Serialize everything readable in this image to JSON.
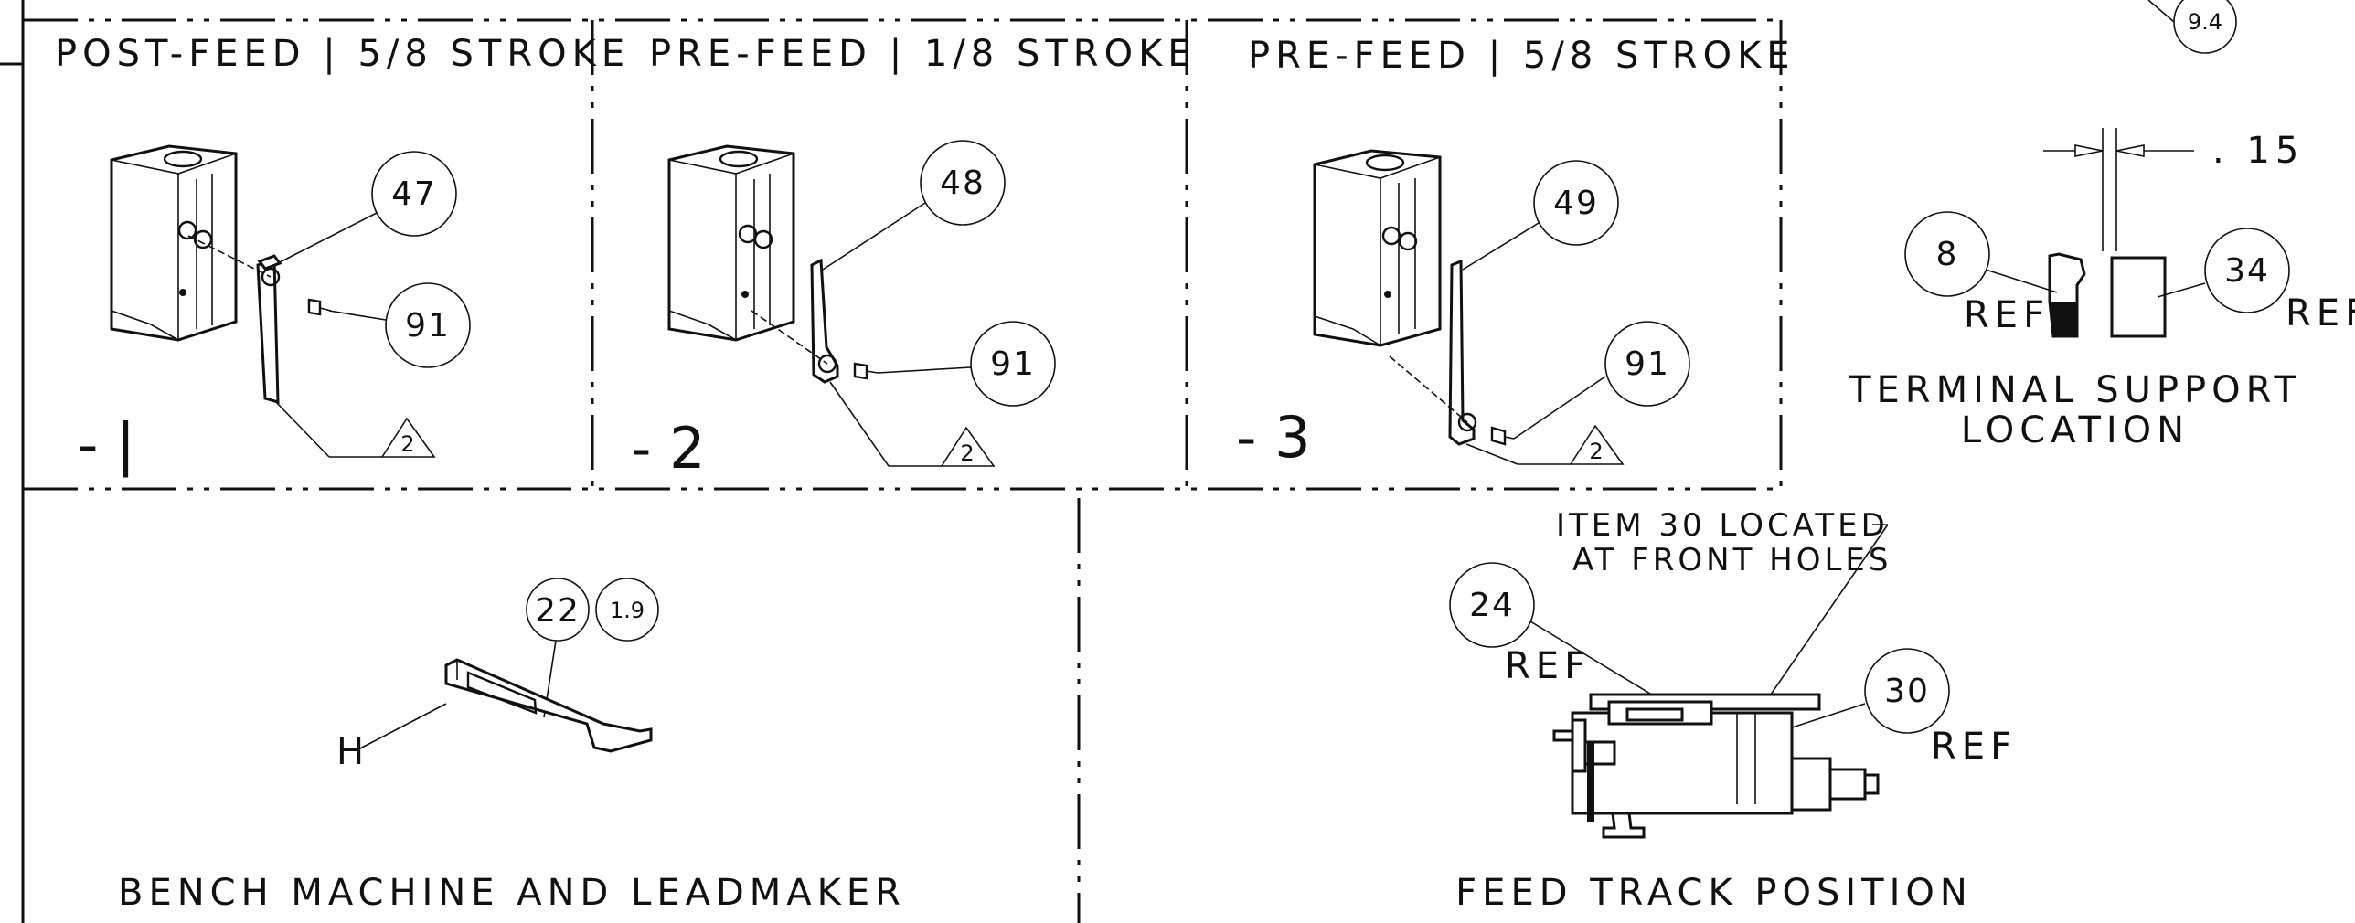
{
  "panels": {
    "post_feed": {
      "title": "POST-FEED | 5/8 STROKE",
      "dash": "- |",
      "item": "47",
      "screw": "91",
      "note_tri": "2"
    },
    "pre_feed_18": {
      "title": "PRE-FEED | 1/8 STROKE",
      "dash": "- 2",
      "item": "48",
      "screw": "91",
      "note_tri": "2"
    },
    "pre_feed_58": {
      "title": "PRE-FEED | 5/8 STROKE",
      "dash": "- 3",
      "item": "49",
      "screw": "91",
      "note_tri": "2"
    }
  },
  "terminal_support": {
    "title_line1": "TERMINAL SUPPORT",
    "title_line2": "LOCATION",
    "dimension": ". 15",
    "left_item": "8",
    "left_ref": "REF",
    "right_item": "34",
    "right_ref": "REF",
    "corner_item": "9.4"
  },
  "bench_machine": {
    "title": "BENCH MACHINE AND LEADMAKER",
    "item_a": "22",
    "item_b": "1.9",
    "point": "H"
  },
  "feed_track": {
    "title": "FEED TRACK POSITION",
    "note_line1": "ITEM 30 LOCATED",
    "note_line2": "AT FRONT HOLES",
    "left_item": "24",
    "left_ref": "REF",
    "right_item": "30",
    "right_ref": "REF"
  }
}
